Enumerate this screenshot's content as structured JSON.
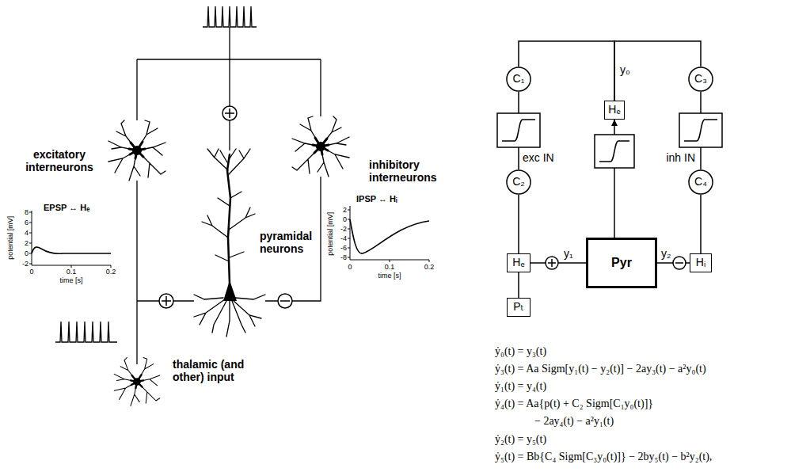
{
  "diagram": {
    "nodes": [
      {
        "text": [
          "C₁"
        ]
      },
      {
        "text": [
          "Hₑ"
        ]
      },
      {
        "text": [
          "C₃"
        ]
      },
      {
        "text": [
          "C₂"
        ]
      },
      {
        "text": [
          "C₄"
        ]
      },
      {
        "text": [
          "Hₑ"
        ]
      },
      {
        "text": [
          "Pyr"
        ]
      },
      {
        "text": [
          "Hᵢ"
        ]
      },
      {
        "text": [
          "Pₜ"
        ]
      }
    ],
    "edges": [
      {
        "from": 6,
        "to": 1,
        "arrow": "to"
      },
      {
        "from": 1,
        "to": 0,
        "arrow": "none"
      },
      {
        "from": 1,
        "to": 2,
        "arrow": "none"
      },
      {
        "from": 0,
        "to": 3,
        "arrow": "none"
      },
      {
        "from": 2,
        "to": 4,
        "arrow": "none"
      },
      {
        "from": 3,
        "to": 5,
        "arrow": "none"
      },
      {
        "from": 4,
        "to": 7,
        "arrow": "none"
      },
      {
        "from": 8,
        "to": 5,
        "arrow": "none"
      },
      {
        "from": 5,
        "to": 6,
        "arrow": "none"
      },
      {
        "from": 7,
        "to": 6,
        "arrow": "none"
      }
    ],
    "labels": [
      "excitatory interneurons",
      "inhibitory interneurons",
      "pyramidal neurons",
      "thalamic (and other) input",
      "EPSP ↔ Hₑ",
      "potential [mV]",
      "8",
      "6",
      "4",
      "2",
      "0",
      "-2",
      "0",
      "0.1",
      "0.2",
      "time [s]",
      "IPSP ↔ Hᵢ",
      "potential [mV]",
      "2",
      "0",
      "-2",
      "-4",
      "-6",
      "-8",
      "0",
      "0.1",
      "0.2",
      "time [s]",
      "y₀",
      "exc IN",
      "inh IN",
      "y₁",
      "y₂",
      "ẏ₀(t) = y₃(t)",
      "ẏ₃(t) = Aa Sigm[y₁(t) − y₂(t)] − 2ay₃(t) − a²y₀(t)",
      "ẏ₁(t) = y₄(t)",
      "ẏ₄(t) = Aa{p(t) + C₂ Sigm[C₁y₀(t)]}",
      "− 2ay₄(t) − a²y₁(t)",
      "ẏ₂(t) = y₅(t)",
      "ẏ₅(t) = Bb{C₄ Sigm[C₃y₀(t)]} − 2by₅(t) − b²y₂(t),"
    ]
  }
}
